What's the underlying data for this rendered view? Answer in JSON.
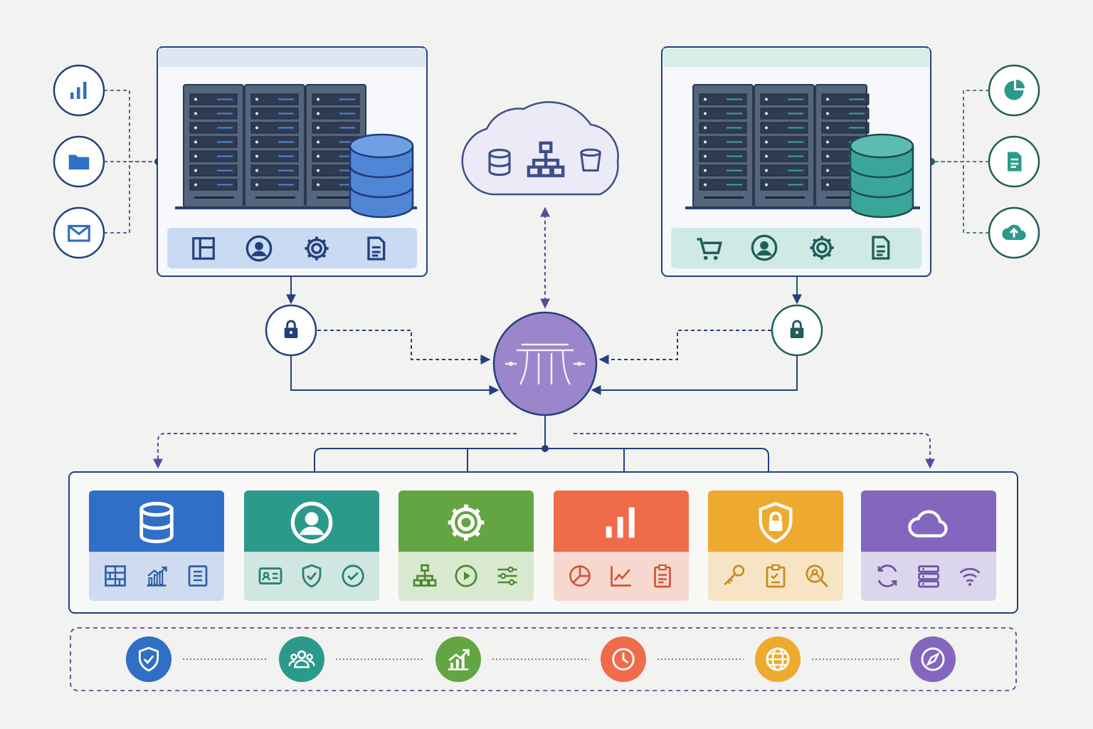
{
  "colors": {
    "navy": "#1f3a7a",
    "line": "#24407c",
    "purple_dashed": "#5b4a9a",
    "left_accent": "#4f86d6",
    "right_accent": "#3aa69a",
    "hub": "#9b86cc",
    "module_blue": "#2f6fc6",
    "module_teal": "#2b9a8a",
    "module_green": "#63a542",
    "module_orange": "#ef6b4a",
    "module_gold": "#eeaa2f",
    "module_purple": "#8466bf"
  },
  "left_server": {
    "side_icons": [
      "bar-chart-icon",
      "folder-icon",
      "mail-icon"
    ],
    "toolbar_icons": [
      "layout-icon",
      "user-icon",
      "gear-icon",
      "document-icon"
    ],
    "lock_icon": "lock-icon"
  },
  "right_server": {
    "side_icons": [
      "pie-chart-icon",
      "document-icon",
      "cloud-upload-icon"
    ],
    "toolbar_icons": [
      "cart-icon",
      "user-icon",
      "gear-icon",
      "document-icon"
    ],
    "lock_icon": "lock-icon"
  },
  "cloud": {
    "icons": [
      "database-icon",
      "hierarchy-icon",
      "bucket-icon"
    ]
  },
  "hub": {
    "icon": "gateway-icon"
  },
  "modules": [
    {
      "id": "database",
      "main_icon": "database-icon",
      "sub_icons": [
        "grid-icon",
        "trend-chart-icon",
        "list-icon"
      ]
    },
    {
      "id": "users",
      "main_icon": "user-icon",
      "sub_icons": [
        "id-card-icon",
        "shield-check-icon",
        "check-circle-icon"
      ]
    },
    {
      "id": "settings",
      "main_icon": "gear-icon",
      "sub_icons": [
        "hierarchy-icon",
        "play-icon",
        "sliders-icon"
      ]
    },
    {
      "id": "analytics",
      "main_icon": "bar-chart-icon",
      "sub_icons": [
        "pie-chart-icon",
        "line-chart-icon",
        "clipboard-icon"
      ]
    },
    {
      "id": "security",
      "main_icon": "shield-lock-icon",
      "sub_icons": [
        "key-icon",
        "checklist-icon",
        "search-user-icon"
      ]
    },
    {
      "id": "cloud",
      "main_icon": "cloud-icon",
      "sub_icons": [
        "sync-icon",
        "server-icon",
        "wireless-icon"
      ]
    }
  ],
  "bottom_row": [
    "shield-check-icon",
    "team-icon",
    "growth-chart-icon",
    "clock-icon",
    "globe-icon",
    "compass-icon"
  ]
}
